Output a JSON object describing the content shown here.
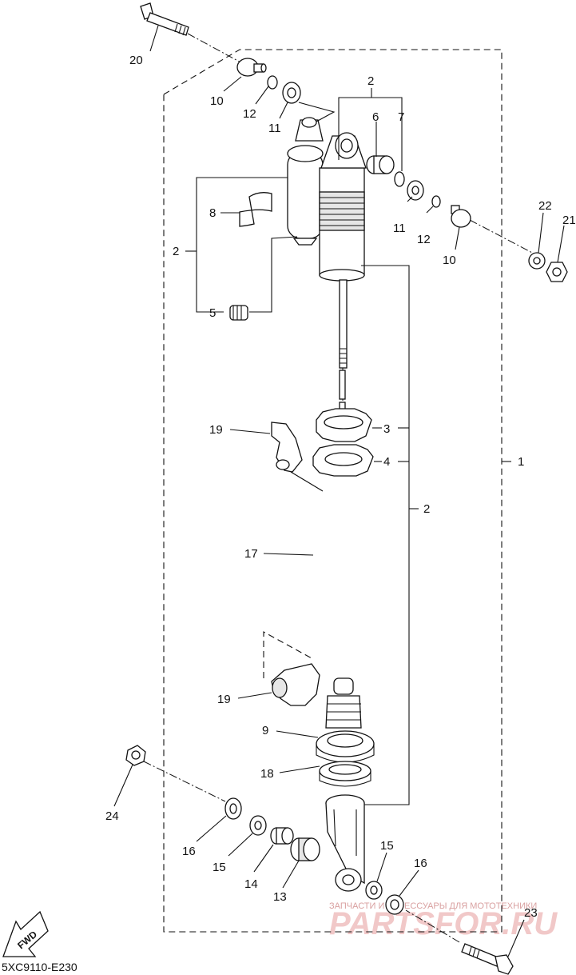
{
  "diagram_code": "5XC9110-E230",
  "watermark": {
    "line1": "ЗАПЧАСТИ И АКСЕССУАРЫ ДЛЯ МОТОТЕХНИКИ",
    "line2": "PARTSFOR.RU"
  },
  "fwd_label": "FWD",
  "callouts": {
    "c1": "1",
    "c2a": "2",
    "c2b": "2",
    "c2c": "2",
    "c3": "3",
    "c4": "4",
    "c5": "5",
    "c6": "6",
    "c7": "7",
    "c8": "8",
    "c9": "9",
    "c10a": "10",
    "c10b": "10",
    "c11a": "11",
    "c11b": "11",
    "c12a": "12",
    "c12b": "12",
    "c13": "13",
    "c14": "14",
    "c15a": "15",
    "c15b": "15",
    "c16a": "16",
    "c16b": "16",
    "c17": "17",
    "c18": "18",
    "c19a": "19",
    "c19b": "19",
    "c20": "20",
    "c21": "21",
    "c22": "22",
    "c23": "23",
    "c24": "24"
  }
}
